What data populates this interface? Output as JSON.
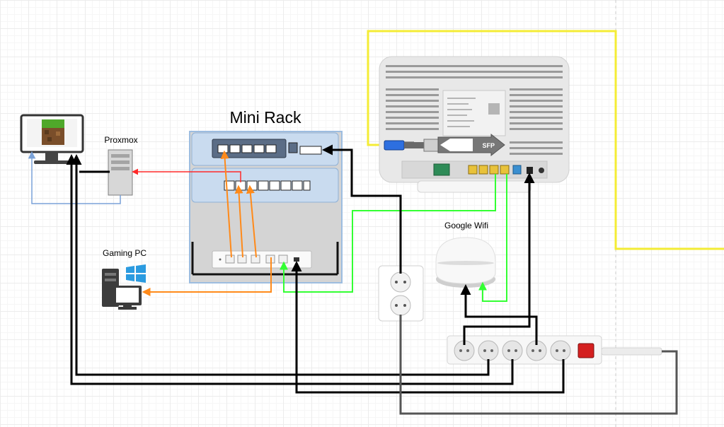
{
  "labels": {
    "mini_rack": "Mini Rack",
    "proxmox": "Proxmox",
    "gaming_pc": "Gaming PC",
    "google_wifi": "Google Wifi",
    "sfp": "SFP"
  },
  "colors": {
    "rack_blue": "#9dbde0",
    "wire_red": "#ff2a2a",
    "wire_orange": "#ff8a1a",
    "wire_green": "#33ff33",
    "wire_yellow": "#f4ec35",
    "wire_blue": "#7aa2d8",
    "wire_black": "#000000",
    "wire_gray": "#555555"
  },
  "icons": {
    "monitor": "minecraft-monitor-icon",
    "proxmox": "server-tower-icon",
    "gaming_pc": "windows-pc-icon",
    "router": "fiber-router-icon",
    "wifi": "google-wifi-puck-icon",
    "power_strip": "power-strip-icon",
    "wall_socket": "wall-socket-icon"
  }
}
